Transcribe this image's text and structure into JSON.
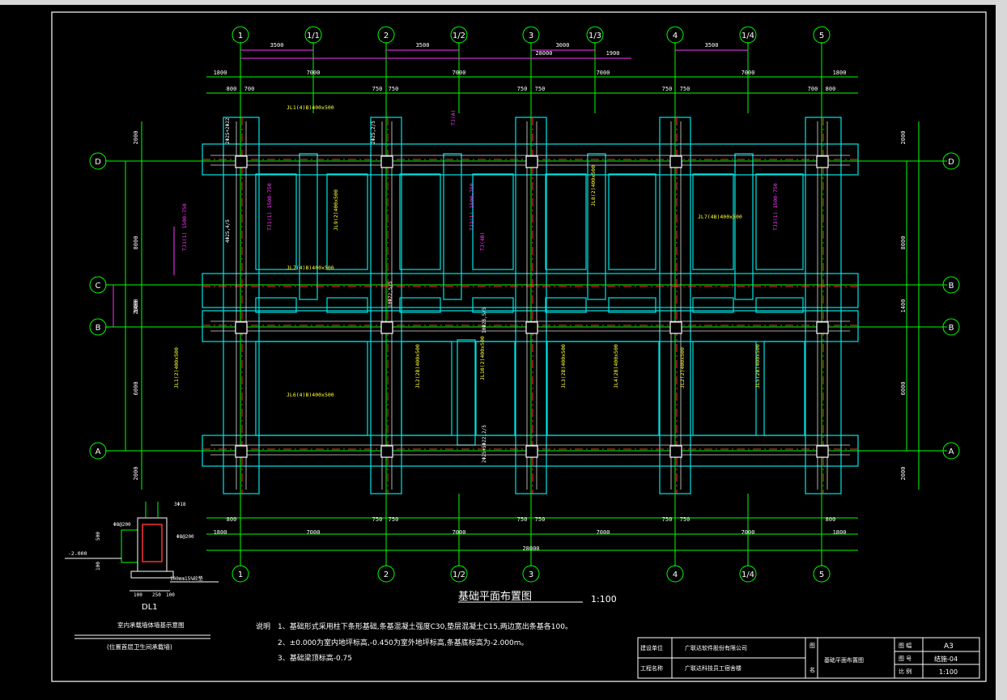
{
  "drawing": {
    "title": "基础平面布置图",
    "scale": "1:100",
    "axes_top": [
      "1",
      "1/1",
      "2",
      "1/2",
      "3",
      "1/3",
      "4",
      "1/4",
      "5"
    ],
    "axes_bottom": [
      "1",
      "2",
      "1/2",
      "3",
      "4",
      "1/4",
      "5"
    ],
    "axes_left": [
      "D",
      "C",
      "B",
      "A"
    ],
    "axes_right": [
      "D",
      "B",
      "B",
      "A"
    ],
    "dims_top_row1": [
      "3500",
      "3500",
      "3000",
      "3500"
    ],
    "dims_top_row1b": [
      "28000",
      "1900"
    ],
    "dims_top_row2": [
      "1800",
      "7000",
      "7000",
      "7000",
      "7000",
      "1800"
    ],
    "dims_top_row3": [
      "800",
      "700",
      "750",
      "750",
      "750",
      "750",
      "750",
      "750",
      "700",
      "800"
    ],
    "dims_bottom_row1": [
      "800",
      "750",
      "750",
      "750",
      "750",
      "750",
      "750",
      "800"
    ],
    "dims_bottom_row2": [
      "1800",
      "7000",
      "7000",
      "7000",
      "7000",
      "1800"
    ],
    "dims_bottom_total": "28000",
    "dims_left": [
      "2000",
      "8000",
      "1400",
      "2000",
      "6000",
      "2000"
    ],
    "dims_right": [
      "2000",
      "8000",
      "1400",
      "6000",
      "2000"
    ],
    "beam_labels": [
      "JL1(4)B)400x500",
      "JL7(4)B)400x500",
      "JL6(4)B)400x500",
      "JL2(2B)400x500",
      "JL9(2)400x500",
      "JL7(4B)400x500",
      "JL8(2)400x500",
      "JL3(2B)400x500",
      "JL4(2B)400x500",
      "JL10(2)400x500",
      "JL5(2B)400x500",
      "JL1(2)400x500",
      "JL2(2)400x500"
    ],
    "rebar_labels": [
      "2Φ25+2Φ22",
      "2Φ25,2/5",
      "10Φ28,5/5",
      "2Φ25+5Φ22,2/5",
      "4Φ25,4/5",
      "10Φ22,5/5"
    ],
    "magenta_labels": [
      "TJ1(1) 1500-750",
      "TJ2(1) 1500-750",
      "TJ3(1) 1500-750",
      "TJ1(1) 1500-750",
      "TJ(4B)",
      "TJ(A)"
    ],
    "section": {
      "label": "DL1",
      "title": "室内承载墙体墙基示意图",
      "subtitle": "(位置首层卫生间承载墙)",
      "level": "-2.000",
      "dims": [
        "500",
        "100",
        "100",
        "250",
        "100"
      ],
      "notes": [
        "3Φ18",
        "Φ8@200",
        "Φ8@200",
        "100mm15%砼垫"
      ]
    },
    "notes_heading": "说明",
    "notes": [
      "1、基础形式采用柱下条形基础,条基混凝土强度C30,垫层混凝土C15,两边宽出条基各100。",
      "2、±0.000为室内地坪标高,-0.450为室外地坪标高,条基底标高为-2.000m。",
      "3、基础梁顶标高-0.75"
    ]
  },
  "title_block": {
    "company_label": "建设单位",
    "company": "广联达软件股份有限公司",
    "project_label": "工程名称",
    "project": "广联达科技员工宿舍楼",
    "drawing_name": "基础平面布置图",
    "sheet_size_label": "图 幅",
    "sheet_size": "A3",
    "drawing_no_label": "图 号",
    "drawing_no": "结施-04",
    "scale_label": "比 例",
    "scale": "1:100",
    "mid_labels": [
      "图",
      "名"
    ]
  },
  "colors": {
    "background": "#000000",
    "grid_green": "#00ff00",
    "outline_cyan": "#00e5e5",
    "text_yellow": "#ffff33",
    "magenta": "#ff33ff",
    "axis_red": "#ff3030",
    "white": "#ffffff"
  }
}
